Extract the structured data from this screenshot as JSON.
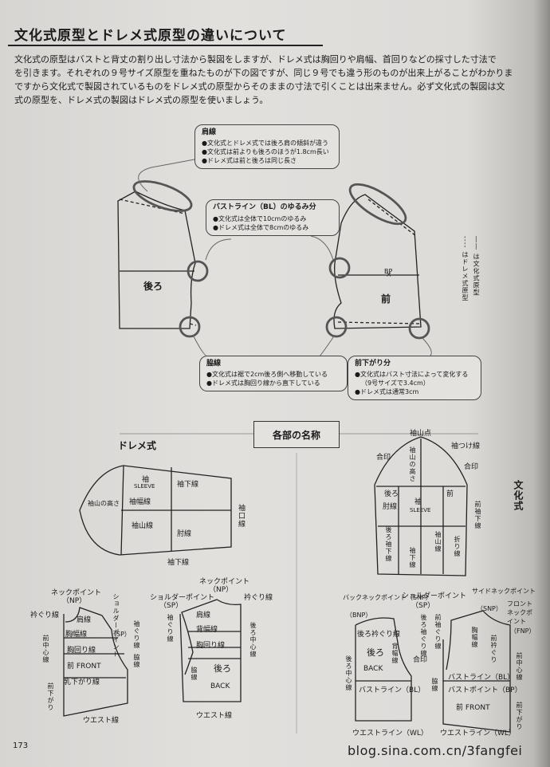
{
  "page": {
    "title": "文化式原型とドレメ式原型の違いについて",
    "intro_lines": [
      "文化式の原型はバストと背丈の割り出し寸法から製図をしますが、ドレメ式は胸回りや肩幅、首回りなどの採寸した寸法で",
      "を引きます。それぞれの９号サイズ原型を重ねたものが下の図ですが、同じ９号でも違う形のものが出来上がることがわかりま",
      "ですから文化式で製図されているものをドレメ式の原型からそのままの寸法で引くことは出来ません。必ず文化式の製図は文",
      "式の原型を、ドレメ式の製図はドレメ式の原型を使いましょう。"
    ],
    "page_number": "173",
    "watermark": "blog.sina.com.cn/3fangfei"
  },
  "comparison": {
    "shoulder": {
      "title": "肩線",
      "items": [
        "●文化式とドレメ式では後ろ肩の傾斜が違う",
        "●文化式は前よりも後ろのほうが1.8cm長い",
        "●ドレメ式は前と後ろは同じ長さ"
      ]
    },
    "bust": {
      "title": "バストライン（BL）のゆるみ分",
      "items": [
        "●文化式は全体で10cmのゆるみ",
        "●ドレメ式は全体で8cmのゆるみ"
      ]
    },
    "side": {
      "title": "脇線",
      "items": [
        "●文化式は裾で2cm後ろ側へ移動している",
        "●ドレメ式は胸回り線から直下している"
      ]
    },
    "front_drop": {
      "title": "前下がり分",
      "items": [
        "●文化式はバスト寸法によって変化する",
        "（9号サイズで3.4cm）",
        "●ドレメ式は通常3cm"
      ]
    },
    "back_label": "後ろ",
    "front_label": "前",
    "bp_label": "BP",
    "legend_bunka": "―― は文化式原型",
    "legend_doreme": "---- はドレメ式原型"
  },
  "names_section": {
    "title": "各部の名称",
    "doreme_title": "ドレメ式",
    "bunka_title": "文化式",
    "doreme_sleeve": {
      "sode": "袖",
      "sleeve": "SLEEVE",
      "sodeshita": "袖下線",
      "sodeyama_takasa": "袖山の高さ",
      "sodehaba": "袖幅線",
      "sodeyama": "袖山線",
      "sodeguchi": "袖口線",
      "hiji": "肘線",
      "sodeshita2": "袖下線"
    },
    "doreme_front": {
      "neck_point": "ネックポイント",
      "np": "（NP）",
      "shoulder_point": "ショルダーポイント",
      "sp": "（SP）",
      "eriguri": "衿ぐり線",
      "kata": "肩線",
      "munehaba": "胸幅線",
      "munemawari": "胸回り線",
      "mae_front": "前 FRONT",
      "chichishita": "乳下がり線",
      "waki": "脇線",
      "sodeguri": "袖ぐり線",
      "mae_chushin": "前中心線",
      "mae_sagari": "前下がり",
      "waist": "ウエスト線"
    },
    "doreme_back": {
      "shoulder_point": "ショルダーポイント",
      "sp": "（SP）",
      "neck_point": "ネックポイント",
      "np": "（NP）",
      "eriguri": "衿ぐり線",
      "kata": "肩線",
      "sehaba": "背幅線",
      "munemawari": "胸回り線",
      "ushiro_back": "後ろ",
      "back": "BACK",
      "waki": "脇線",
      "sodeguri": "袖ぐり線",
      "ushiro_chushin": "後ろ中心線",
      "waist": "ウエスト線"
    },
    "bunka_sleeve": {
      "sodeyama_ten": "袖山点",
      "sodetsuke": "袖つけ線",
      "aijirushi1": "合印",
      "aijirushi2": "合印",
      "sodeyama_takasa": "袖山の高さ",
      "ushiro": "後ろ",
      "mae": "前",
      "hiji": "肘線",
      "sode": "袖",
      "sleeve": "SLEEVE",
      "ushiro_sodeshita": "後ろ袖下線",
      "sodeshita": "袖下線",
      "sodeyama": "袖山線",
      "orisen": "折り線",
      "mae_sodeshita": "前袖下線"
    },
    "bunka_body": {
      "back_neck_point": "バックネックポイント（SNP）",
      "bnp": "（BNP）",
      "shoulder_point": "ショルダーポイント",
      "sp": "（SP）",
      "side_neck_point": "サイドネックポイント",
      "snp": "（SNP）",
      "front_neck_point": "フロントネックポイント",
      "fnp": "（FNP）",
      "ushiro_eriguri": "後ろ衿ぐり線",
      "ushiro_back": "後ろ",
      "back": "BACK",
      "sehaba": "背幅線",
      "ushiro_sodeguri": "後ろ袖ぐり線",
      "aijirushi": "合印",
      "mae_sodeguri": "前袖ぐり線",
      "munehaba": "胸幅線",
      "mae_eriguri": "前衿ぐり",
      "ushiro_chushin": "後ろ中心線",
      "bust_line_back": "バストライン（BL）",
      "waki": "脇線",
      "bust_line_front": "バストライン（BL）",
      "bust_point": "バストポイント（BP）",
      "mae_front": "前 FRONT",
      "mae_chushin": "前中心線",
      "mae_sagari": "前下がり",
      "waist_back": "ウエストライン（WL）",
      "waist_front": "ウエストライン（WL）"
    }
  }
}
